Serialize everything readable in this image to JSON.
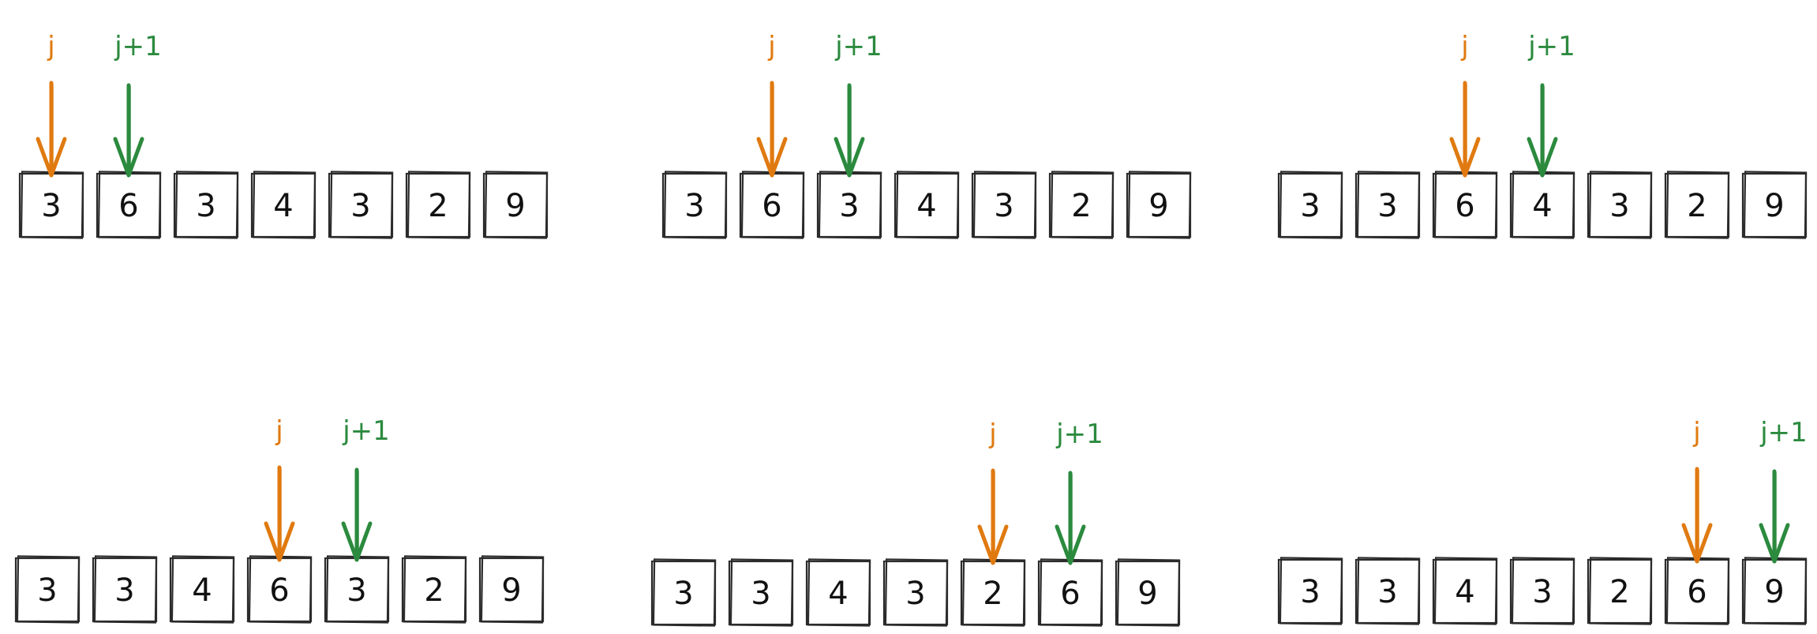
{
  "pointers": {
    "left": {
      "label": "j",
      "color": "#e07a10"
    },
    "right": {
      "label": "j+1",
      "color": "#2b8a3e"
    }
  },
  "panels": [
    {
      "values": [
        "3",
        "6",
        "3",
        "4",
        "3",
        "2",
        "9"
      ],
      "j": 0
    },
    {
      "values": [
        "3",
        "6",
        "3",
        "4",
        "3",
        "2",
        "9"
      ],
      "j": 1
    },
    {
      "values": [
        "3",
        "3",
        "6",
        "4",
        "3",
        "2",
        "9"
      ],
      "j": 2
    },
    {
      "values": [
        "3",
        "3",
        "4",
        "6",
        "3",
        "2",
        "9"
      ],
      "j": 3
    },
    {
      "values": [
        "3",
        "3",
        "4",
        "3",
        "2",
        "6",
        "9"
      ],
      "j": 4
    },
    {
      "values": [
        "3",
        "3",
        "4",
        "3",
        "2",
        "6",
        "9"
      ],
      "j": 5
    }
  ]
}
